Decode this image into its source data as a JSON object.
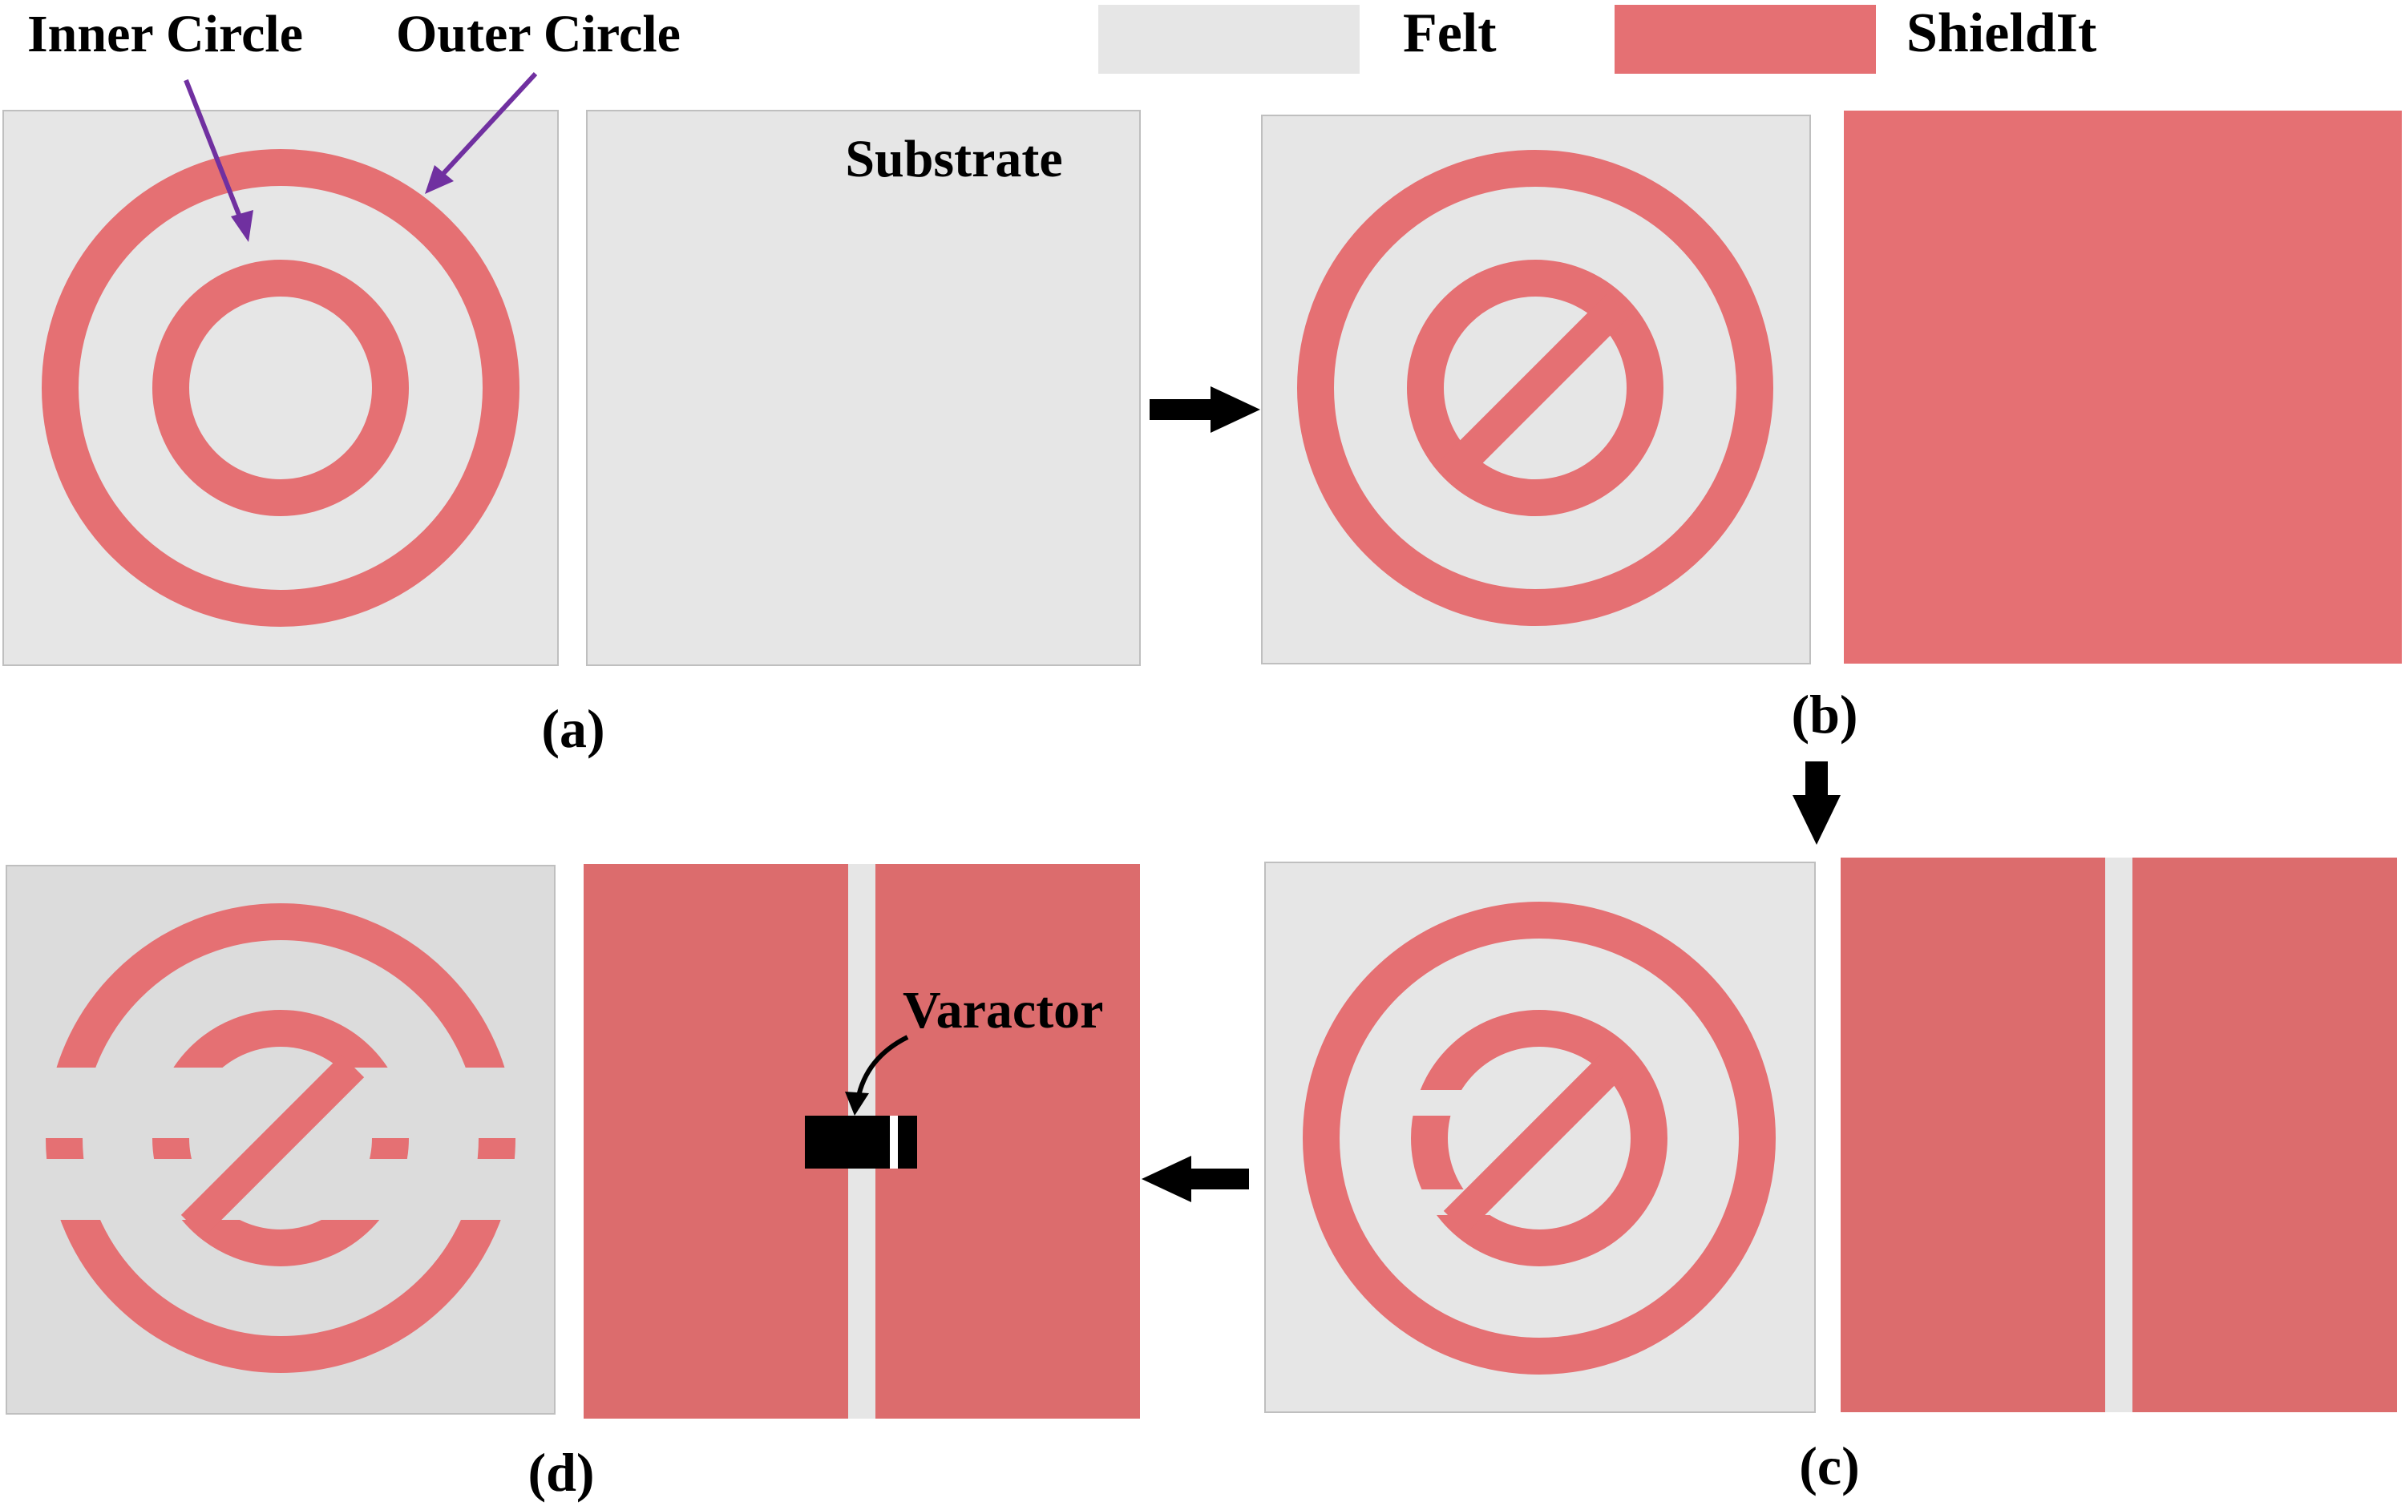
{
  "legend": {
    "felt": {
      "label": "Felt",
      "color": "#e6e6e6"
    },
    "shieldit": {
      "label": "ShieldIt",
      "color": "#e57073"
    }
  },
  "callouts": {
    "inner_circle": "Inner Circle",
    "outer_circle": "Outer Circle",
    "substrate": "Substrate",
    "varactor": "Varactor"
  },
  "panels": {
    "a": "(a)",
    "b": "(b)",
    "c": "(c)",
    "d": "(d)"
  },
  "colors": {
    "felt": "#e6e6e6",
    "felt_dark": "#dcdcdc",
    "shieldit": "#e57073",
    "shieldit_dark": "#dc6c6d",
    "arrow_callout": "#7030a0",
    "substrate_text": "#8c8c8c",
    "varactor_text": "#ffffff",
    "black": "#000000"
  }
}
